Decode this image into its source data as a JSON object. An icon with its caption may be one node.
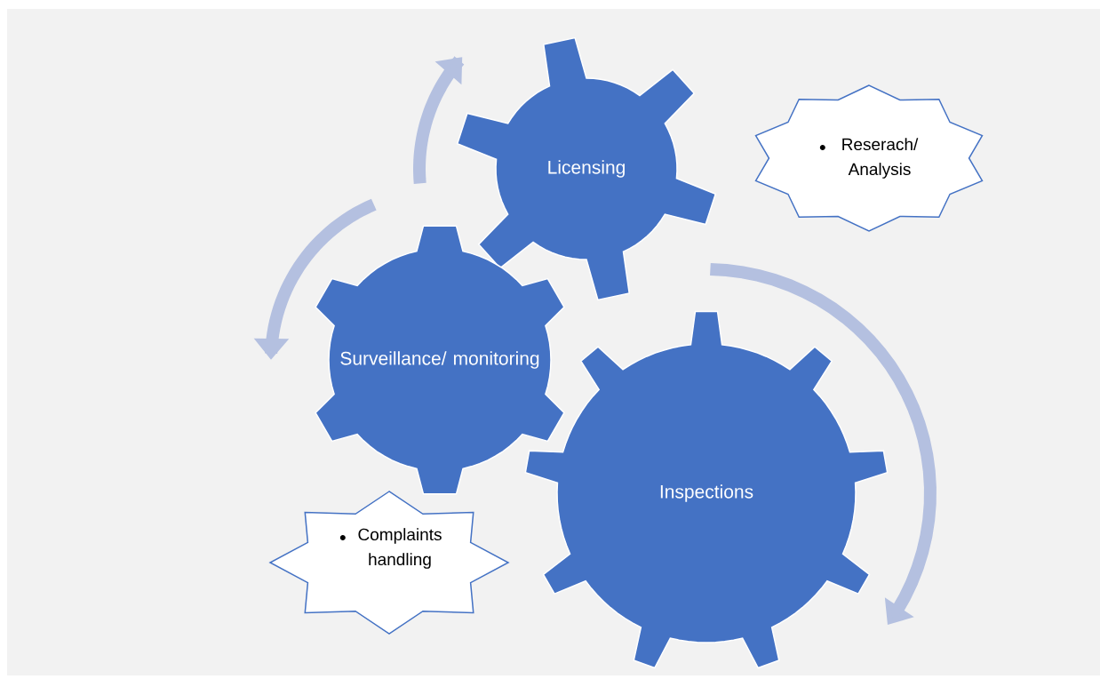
{
  "diagram": {
    "nodes": [
      {
        "text": [
          "Licensing"
        ]
      },
      {
        "text": [
          "Reserach/ Analysis"
        ]
      },
      {
        "text": [
          "Surveillance/ monitoring"
        ]
      },
      {
        "text": [
          "Complaints handling"
        ]
      },
      {
        "text": [
          "Inspections"
        ]
      }
    ]
  }
}
